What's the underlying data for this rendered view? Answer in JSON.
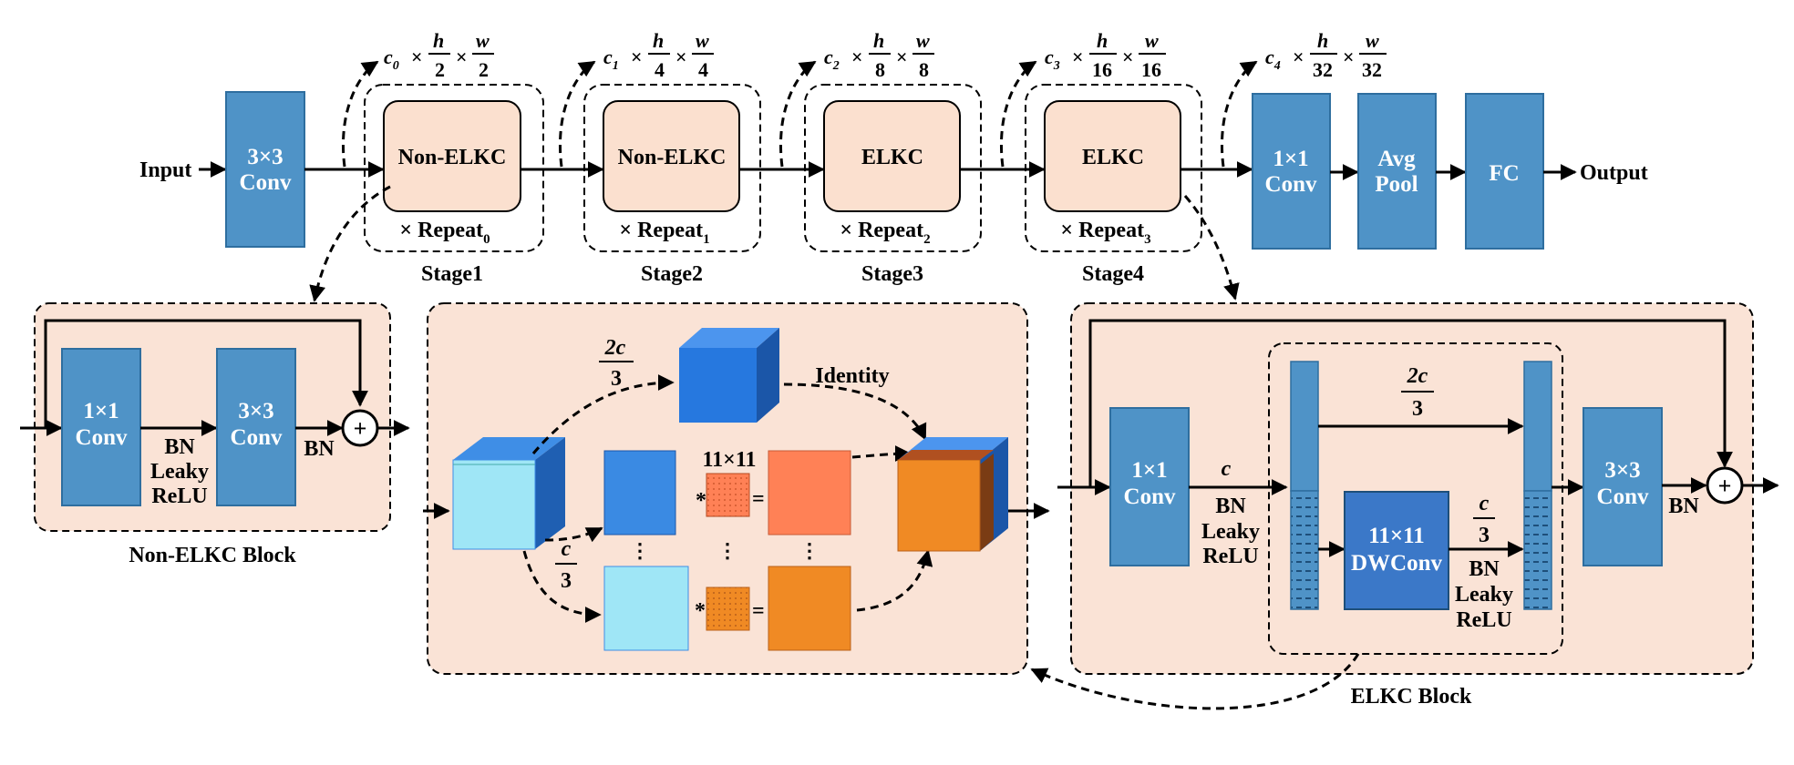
{
  "top": {
    "input": "Input",
    "output": "Output",
    "conv3": [
      "3×3",
      "Conv"
    ],
    "conv1": [
      "1×1",
      "Conv"
    ],
    "avgpool": [
      "Avg",
      "Pool"
    ],
    "fc": "FC",
    "stages": [
      {
        "block": "Non-ELKC",
        "repeat": "× Repeat",
        "sub": "0",
        "name": "Stage1",
        "c": "c",
        "ci": "0",
        "hden": "2",
        "wden": "2"
      },
      {
        "block": "Non-ELKC",
        "repeat": "× Repeat",
        "sub": "1",
        "name": "Stage2",
        "c": "c",
        "ci": "1",
        "hden": "4",
        "wden": "4"
      },
      {
        "block": "ELKC",
        "repeat": "× Repeat",
        "sub": "2",
        "name": "Stage3",
        "c": "c",
        "ci": "2",
        "hden": "8",
        "wden": "8"
      },
      {
        "block": "ELKC",
        "repeat": "× Repeat",
        "sub": "3",
        "name": "Stage4",
        "c": "c",
        "ci": "3",
        "hden": "16",
        "wden": "16"
      }
    ],
    "last": {
      "c": "c",
      "ci": "4",
      "hden": "32",
      "wden": "32"
    },
    "h": "h",
    "w": "w",
    "times": "×"
  },
  "nonelkc": {
    "title": "Non-ELKC Block",
    "conv1": [
      "1×1",
      "Conv"
    ],
    "conv3": [
      "3×3",
      "Conv"
    ],
    "mid": [
      "BN",
      "Leaky",
      "ReLU"
    ],
    "bn": "BN",
    "plus": "+"
  },
  "middle": {
    "frac_top_num": "2c",
    "frac_top_den": "3",
    "frac_bot_num": "c",
    "frac_bot_den": "3",
    "identity": "Identity",
    "kernel": "11×11",
    "star": "*",
    "eq": "=",
    "dots": "⋮"
  },
  "elkc": {
    "title": "ELKC Block",
    "conv1": [
      "1×1",
      "Conv"
    ],
    "conv3": [
      "3×3",
      "Conv"
    ],
    "c": "c",
    "mid": [
      "BN",
      "Leaky",
      "ReLU"
    ],
    "dw": [
      "11×11",
      "DWConv"
    ],
    "frac_top_num": "2c",
    "frac_top_den": "3",
    "frac_bot_num": "c",
    "frac_bot_den": "3",
    "after_dw": [
      "BN",
      "Leaky",
      "ReLU"
    ],
    "bn": "BN",
    "plus": "+"
  },
  "colors": {
    "box": "#4f93c7",
    "box_border": "#2e6e9f",
    "panel": "#fae3d6",
    "stage_fill": "#fbe0cf",
    "orange": "#f08a24",
    "salmon": "#ff8156",
    "cyan": "#9fe6f6",
    "blue_cube": "#2678df"
  }
}
